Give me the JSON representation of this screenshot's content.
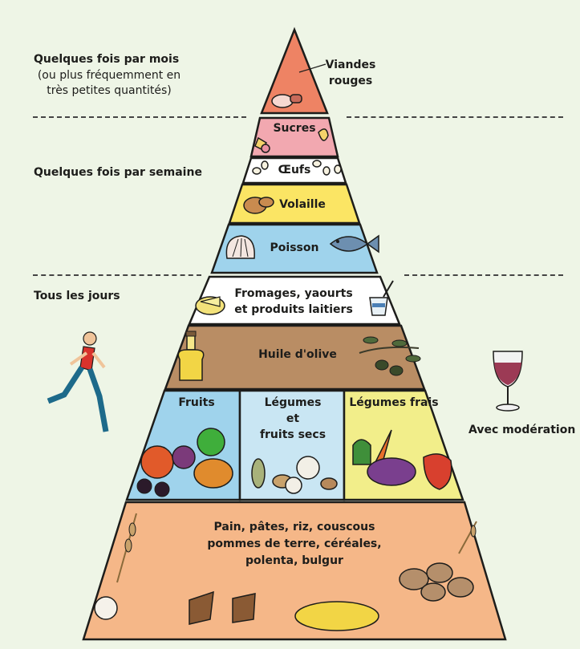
{
  "background": "#eef5e6",
  "frequency": {
    "monthly_title": "Quelques fois par mois",
    "monthly_note_1": "(ou plus fréquemment en",
    "monthly_note_2": "très petites quantités)",
    "weekly": "Quelques fois par semaine",
    "daily": "Tous les jours",
    "moderation": "Avec modération"
  },
  "tiers": {
    "red_meat_1": "Viandes",
    "red_meat_2": "rouges",
    "sugars": "Sucres",
    "eggs": "Œufs",
    "poultry": "Volaille",
    "fish": "Poisson",
    "dairy_1": "Fromages, yaourts",
    "dairy_2": "et produits laitiers",
    "olive_oil": "Huile d'olive",
    "fruits": "Fruits",
    "legumes_1": "Légumes",
    "legumes_2": "et",
    "legumes_3": "fruits secs",
    "fresh_veg": "Légumes frais",
    "grains_1": "Pain, pâtes, riz, couscous",
    "grains_2": "pommes de terre, céréales,",
    "grains_3": "polenta, bulgur"
  },
  "colors": {
    "red_meat": "#ee8364",
    "sugars": "#f2a8b0",
    "eggs": "#ffffff",
    "poultry": "#fbe564",
    "fish": "#9fd3ec",
    "dairy": "#ffffff",
    "olive_oil": "#b98d64",
    "fruits": "#9fd3ec",
    "legumes": "#c9e6f3",
    "fresh_veg": "#f2ee8a",
    "grains": "#f5b788"
  }
}
